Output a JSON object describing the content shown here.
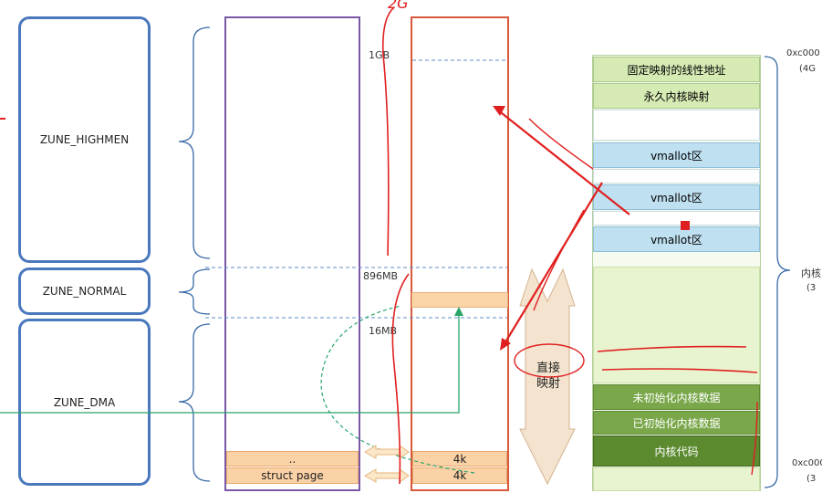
{
  "zones": {
    "highmem": "ZUNE_HIGHMEN",
    "normal": "ZUNE_NORMAL",
    "dma": "ZUNE_DMA"
  },
  "markers": {
    "m1g": "1GB",
    "m896": "896MB",
    "m16": "16MB",
    "top_scribble": "2G"
  },
  "left_cells": {
    "dots": "..",
    "struct_page": "struct page"
  },
  "right_cells": {
    "k1": "4k",
    "k2": "4k"
  },
  "direct_map": "直接\n映射",
  "kernel_blocks": {
    "fixed": "固定映射的线性地址",
    "perm": "永久内核映射",
    "vm1": "vmallot区",
    "vm2": "vmallot区",
    "vm3": "vmallot区",
    "uninit": "未初始化内核数据",
    "init": "已初始化内核数据",
    "code": "内核代码"
  },
  "right_edge": {
    "addr_top": "0xc000",
    "addr_top_sub": "(4G",
    "mid": "内核",
    "mid_sub": "(3",
    "addr_bot": "0xc000",
    "addr_bot_sub": "(3"
  },
  "colors": {
    "zone_border": "#4a78bd",
    "purple": "#7b58a6",
    "orange": "#d7583a",
    "green_light": "#e8f4d0",
    "green_mid": "#c9e29b",
    "green_dark": "#6b9a3e",
    "blue_block": "#bfe0f0",
    "red_annot": "#e02020"
  }
}
